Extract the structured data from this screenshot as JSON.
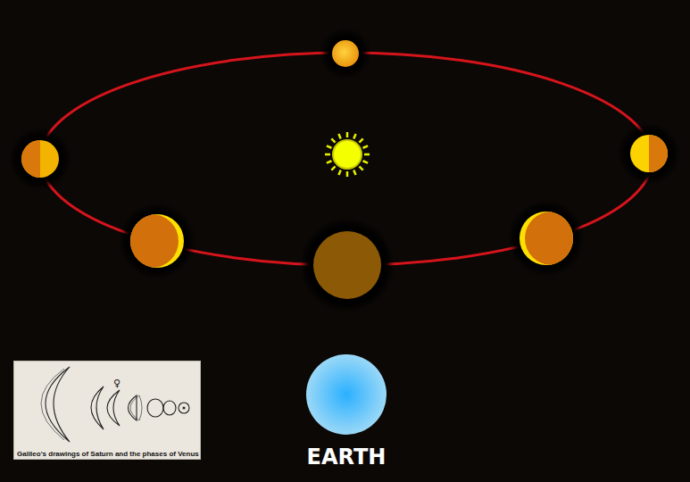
{
  "diagram": {
    "nodes": [
      {
        "text": [
          "Galileo's drawings of Saturn and the phases of Venus"
        ]
      },
      {
        "text": [
          "EARTH"
        ]
      }
    ],
    "labels": [
      "♀"
    ]
  }
}
